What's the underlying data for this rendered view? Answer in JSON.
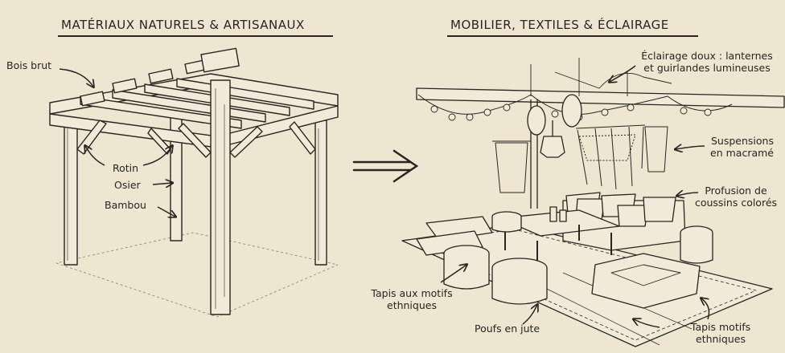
{
  "left_panel": {
    "title": "MATÉRIAUX NATURELS & ARTISANAUX",
    "labels": {
      "wood": "Bois brut",
      "rattan": "Rotin",
      "wicker": "Osier",
      "bamboo": "Bambou"
    }
  },
  "right_panel": {
    "title": "MOBILIER, TEXTILES & ÉCLAIRAGE",
    "labels": {
      "lighting_line1": "Éclairage doux : lanternes",
      "lighting_line2": "et guirlandes lumineuses",
      "macrame_line1": "Suspensions",
      "macrame_line2": "en macramé",
      "cushions_line1": "Profusion de",
      "cushions_line2": "coussins colorés",
      "rugs_line1": "Tapis aux motifs",
      "rugs_line2": "ethniques",
      "poufs": "Poufs en jute",
      "rug_floor_line1": "Tapis motifs",
      "rug_floor_line2": "ethniques"
    }
  },
  "colors": {
    "paper": "#efe6d2",
    "ink": "#2a2420"
  }
}
